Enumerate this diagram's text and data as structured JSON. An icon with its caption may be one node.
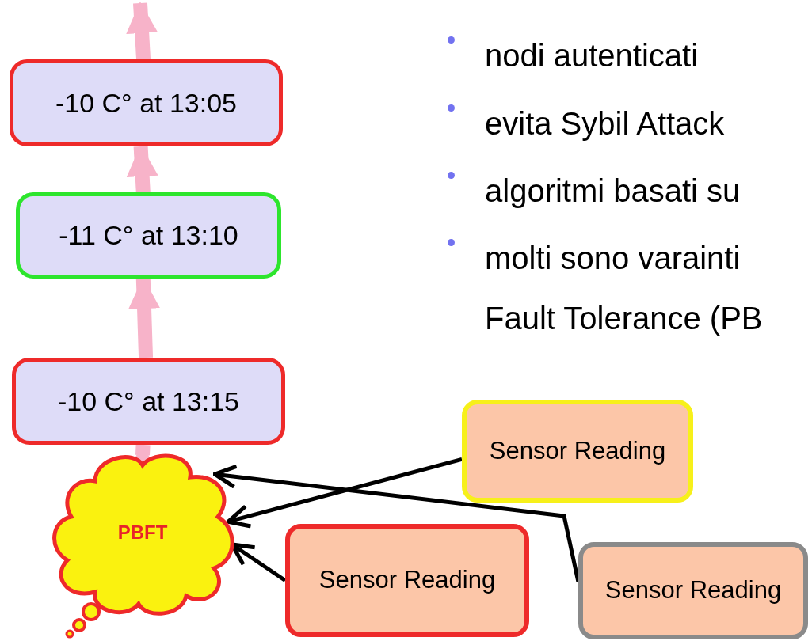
{
  "diagram": {
    "nodes": [
      {
        "text": [
          "-10 C° at 13:05"
        ]
      },
      {
        "text": [
          "-11 C° at 13:10"
        ]
      },
      {
        "text": [
          "-10 C° at 13:15"
        ]
      },
      {
        "text": [
          "PBFT"
        ]
      },
      {
        "text": [
          "Sensor Reading"
        ]
      },
      {
        "text": [
          "Sensor Reading"
        ]
      },
      {
        "text": [
          "Sensor Reading"
        ]
      }
    ],
    "edges": [
      {
        "from": 0,
        "to": null,
        "arrow": "to",
        "color": "#f7b3c9"
      },
      {
        "from": 1,
        "to": 0,
        "arrow": "to",
        "color": "#f7b3c9"
      },
      {
        "from": 2,
        "to": 1,
        "arrow": "to",
        "color": "#f7b3c9"
      },
      {
        "from": 3,
        "to": 2,
        "arrow": "to",
        "color": "#f7b3c9"
      },
      {
        "from": 4,
        "to": 3,
        "arrow": "to",
        "color": "#000000"
      },
      {
        "from": 6,
        "to": 3,
        "arrow": "to",
        "color": "#000000"
      },
      {
        "from": 5,
        "to": 3,
        "arrow": "to",
        "color": "#000000"
      }
    ],
    "labels": [
      "nodi autenticati",
      "evita Sybil Attack",
      "algoritmi basati su",
      "molti sono varainti Fault Tolerance (PB"
    ]
  }
}
